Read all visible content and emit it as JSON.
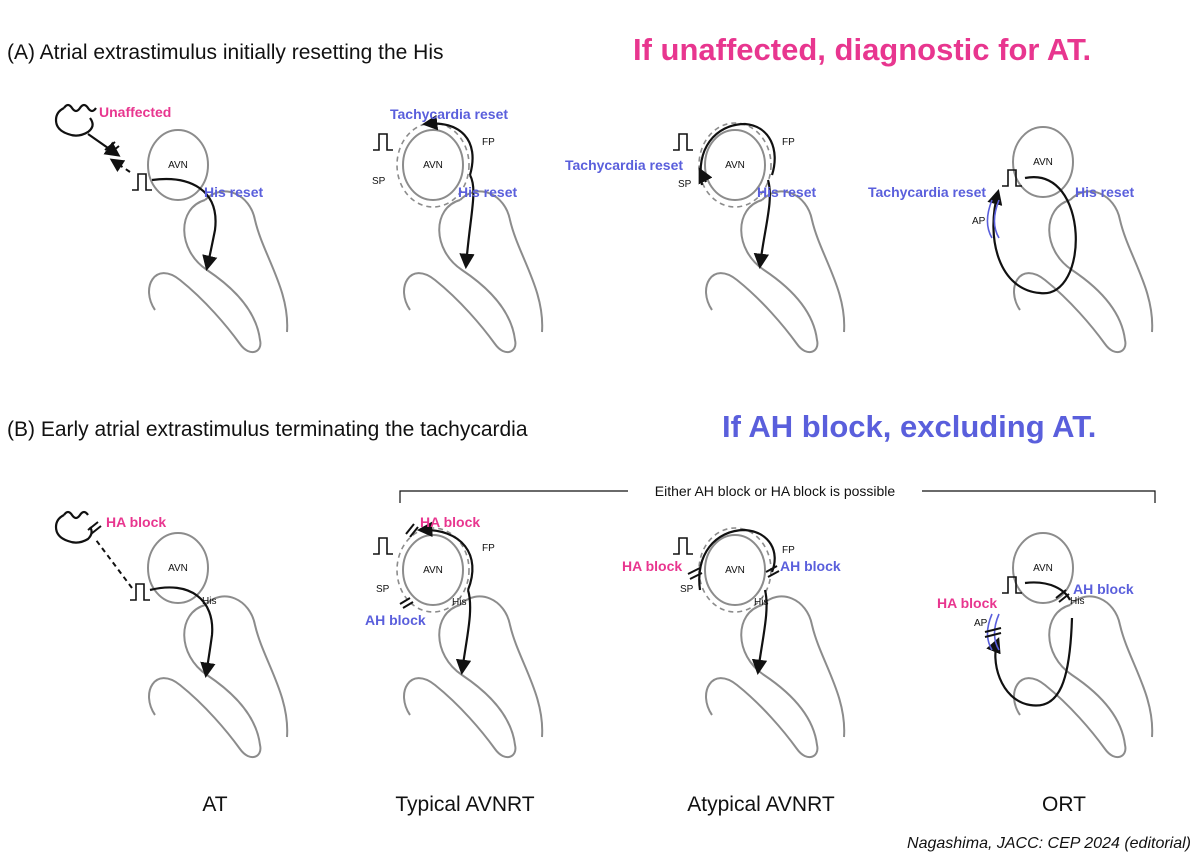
{
  "colors": {
    "pink": "#e8368f",
    "blue": "#5a5fdc",
    "black": "#111111",
    "gray": "#8c8c8c"
  },
  "section_a": {
    "heading": "(A) Atrial extrastimulus initially resetting the His",
    "statement": "If unaffected, diagnostic for AT."
  },
  "section_b": {
    "heading": "(B) Early atrial extrastimulus terminating the tachycardia",
    "statement": "If AH block, excluding AT."
  },
  "bracket_label": "Either AH block or HA block is possible",
  "panels_a": [
    {
      "avn": "AVN",
      "labels": [
        "Unaffected",
        "His reset"
      ]
    },
    {
      "avn": "AVN",
      "fp": "FP",
      "sp": "SP",
      "labels": [
        "Tachycardia reset",
        "His reset"
      ]
    },
    {
      "avn": "AVN",
      "fp": "FP",
      "sp": "SP",
      "labels": [
        "Tachycardia reset",
        "His reset"
      ]
    },
    {
      "avn": "AVN",
      "ap": "AP",
      "labels": [
        "Tachycardia reset",
        "His reset"
      ]
    }
  ],
  "panels_b": [
    {
      "avn": "AVN",
      "his": "His",
      "labels": [
        "HA block"
      ]
    },
    {
      "avn": "AVN",
      "fp": "FP",
      "sp": "SP",
      "his": "His",
      "labels": [
        "HA block",
        "AH block"
      ]
    },
    {
      "avn": "AVN",
      "fp": "FP",
      "sp": "SP",
      "his": "His",
      "labels": [
        "HA block",
        "AH block"
      ]
    },
    {
      "avn": "AVN",
      "ap": "AP",
      "his": "His",
      "labels": [
        "HA block",
        "AH block"
      ]
    }
  ],
  "columns": [
    "AT",
    "Typical AVNRT",
    "Atypical AVNRT",
    "ORT"
  ],
  "citation": "Nagashima, JACC: CEP 2024 (editorial)"
}
